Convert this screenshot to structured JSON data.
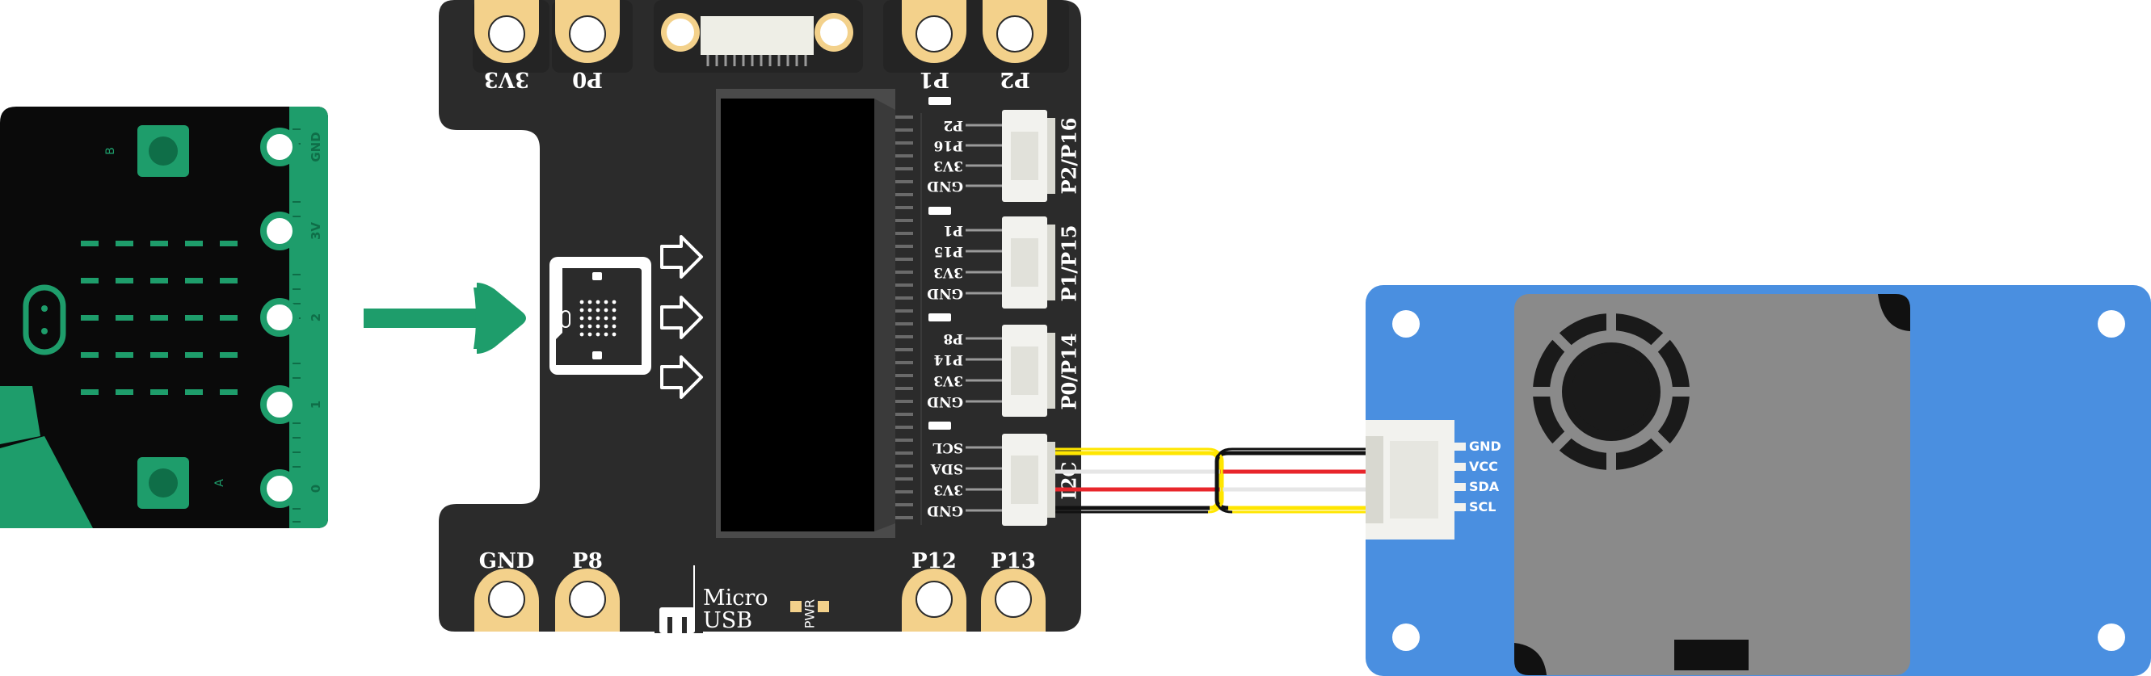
{
  "colors": {
    "background": "#ffffff",
    "board": "#2b2b2b",
    "pad_gold": "#f3d18b",
    "microbit_black": "#0a0a0a",
    "microbit_green": "#1e9d6b",
    "arrow_green": "#1e9d6b",
    "sensor_blue": "#4a8fe0",
    "sensor_gray": "#8a8a8a",
    "connector_white": "#f2f2ee",
    "wire_yellow": "#ffe600",
    "wire_red": "#e8262b",
    "wire_white": "#e6e6e6",
    "wire_black": "#111111"
  },
  "microbit": {
    "edge_labels": [
      "GND",
      "3V",
      "2",
      "1",
      "0"
    ],
    "button_labels": [
      "B",
      "A"
    ]
  },
  "expansion_board": {
    "top_pads": [
      "3V3",
      "P0",
      "P1",
      "P2"
    ],
    "bottom_pads": [
      "GND",
      "P8",
      "P12",
      "P13"
    ],
    "usb_label_line1": "Micro",
    "usb_label_line2": "USB",
    "pwr_label": "PWR",
    "ports": [
      {
        "name": "P2/P16",
        "pins": [
          "P2",
          "P16",
          "3V3",
          "GND"
        ]
      },
      {
        "name": "P1/P15",
        "pins": [
          "P1",
          "P15",
          "3V3",
          "GND"
        ]
      },
      {
        "name": "P0/P14",
        "pins": [
          "P8",
          "P14",
          "3V3",
          "GND"
        ]
      },
      {
        "name": "I2C",
        "pins": [
          "SCL",
          "SDA",
          "3V3",
          "GND"
        ]
      }
    ]
  },
  "sensor": {
    "pins": [
      "GND",
      "VCC",
      "SDA",
      "SCL"
    ]
  }
}
